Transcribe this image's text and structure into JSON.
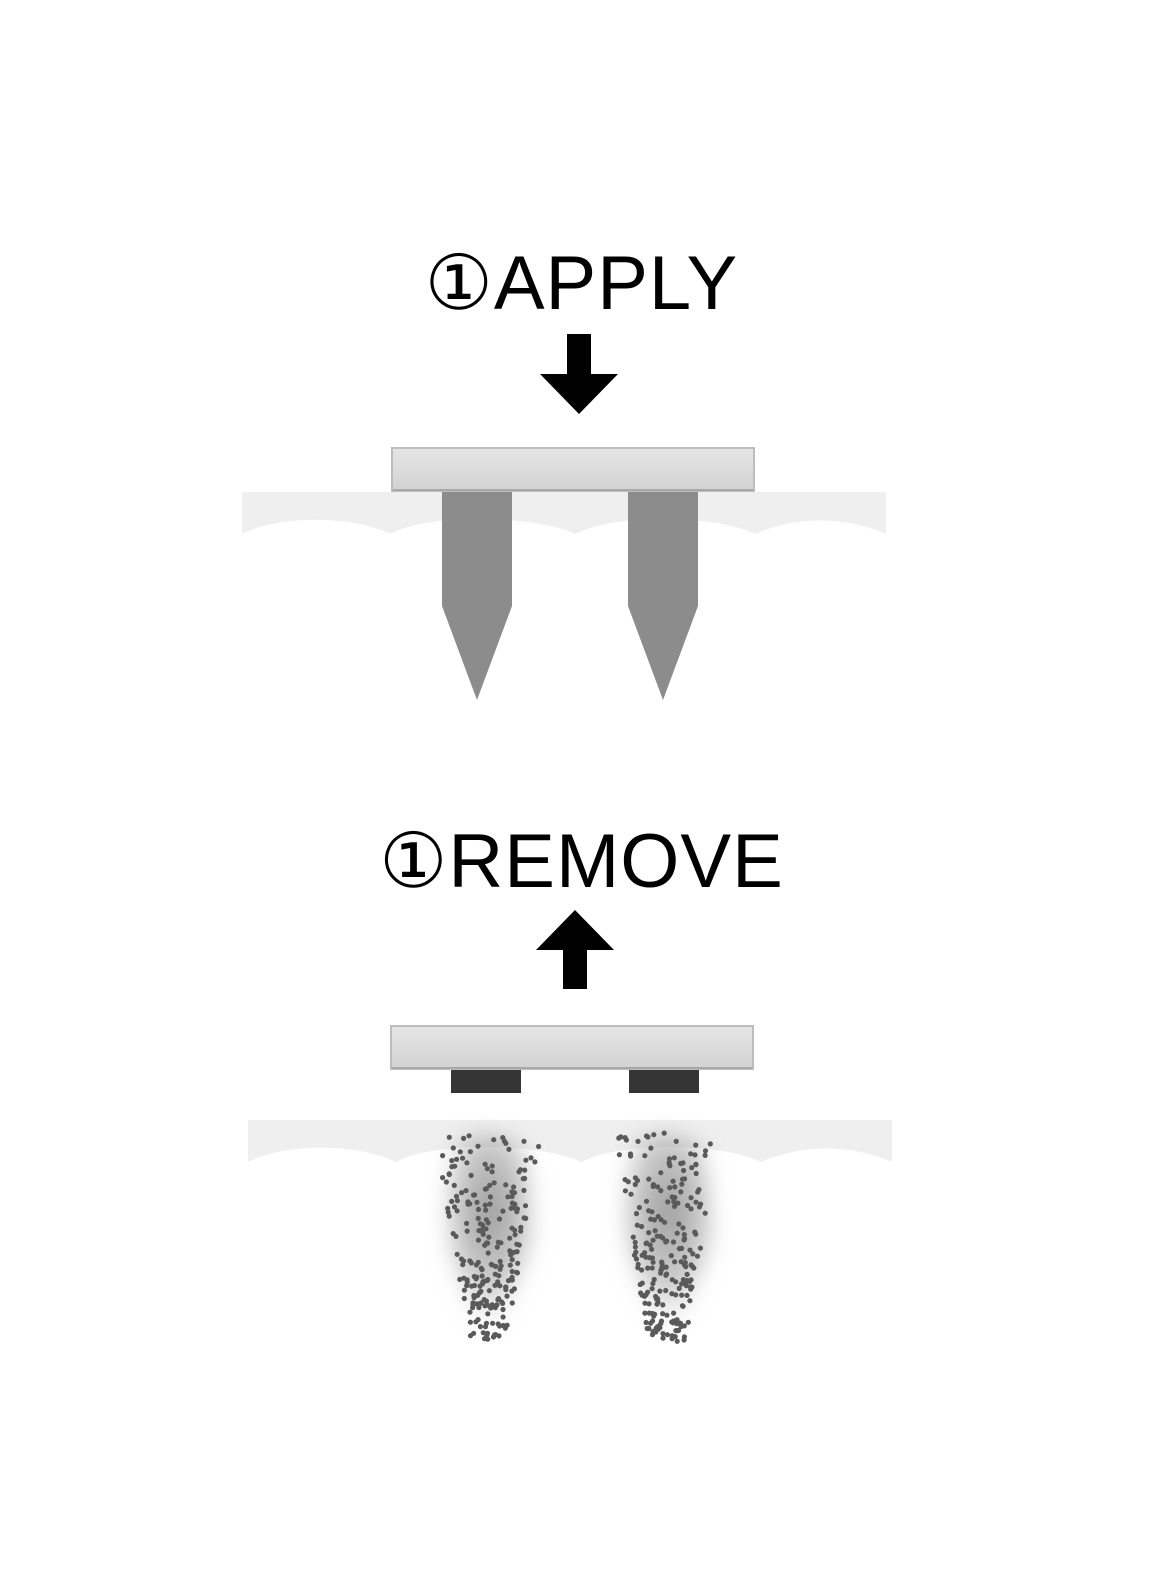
{
  "steps": {
    "apply": {
      "number": "①",
      "label": "APPLY",
      "arrow": "arrow-down-icon"
    },
    "remove": {
      "number": "①",
      "label": "REMOVE",
      "arrow": "arrow-up-icon"
    }
  },
  "colors": {
    "text": "#000000",
    "patch": "#dcdcdc",
    "patch_edge": "#b8b8b8",
    "skin": "#efefef",
    "needle": "#8c8c8c",
    "stub": "#353535",
    "dot": "#5a5a5a"
  }
}
